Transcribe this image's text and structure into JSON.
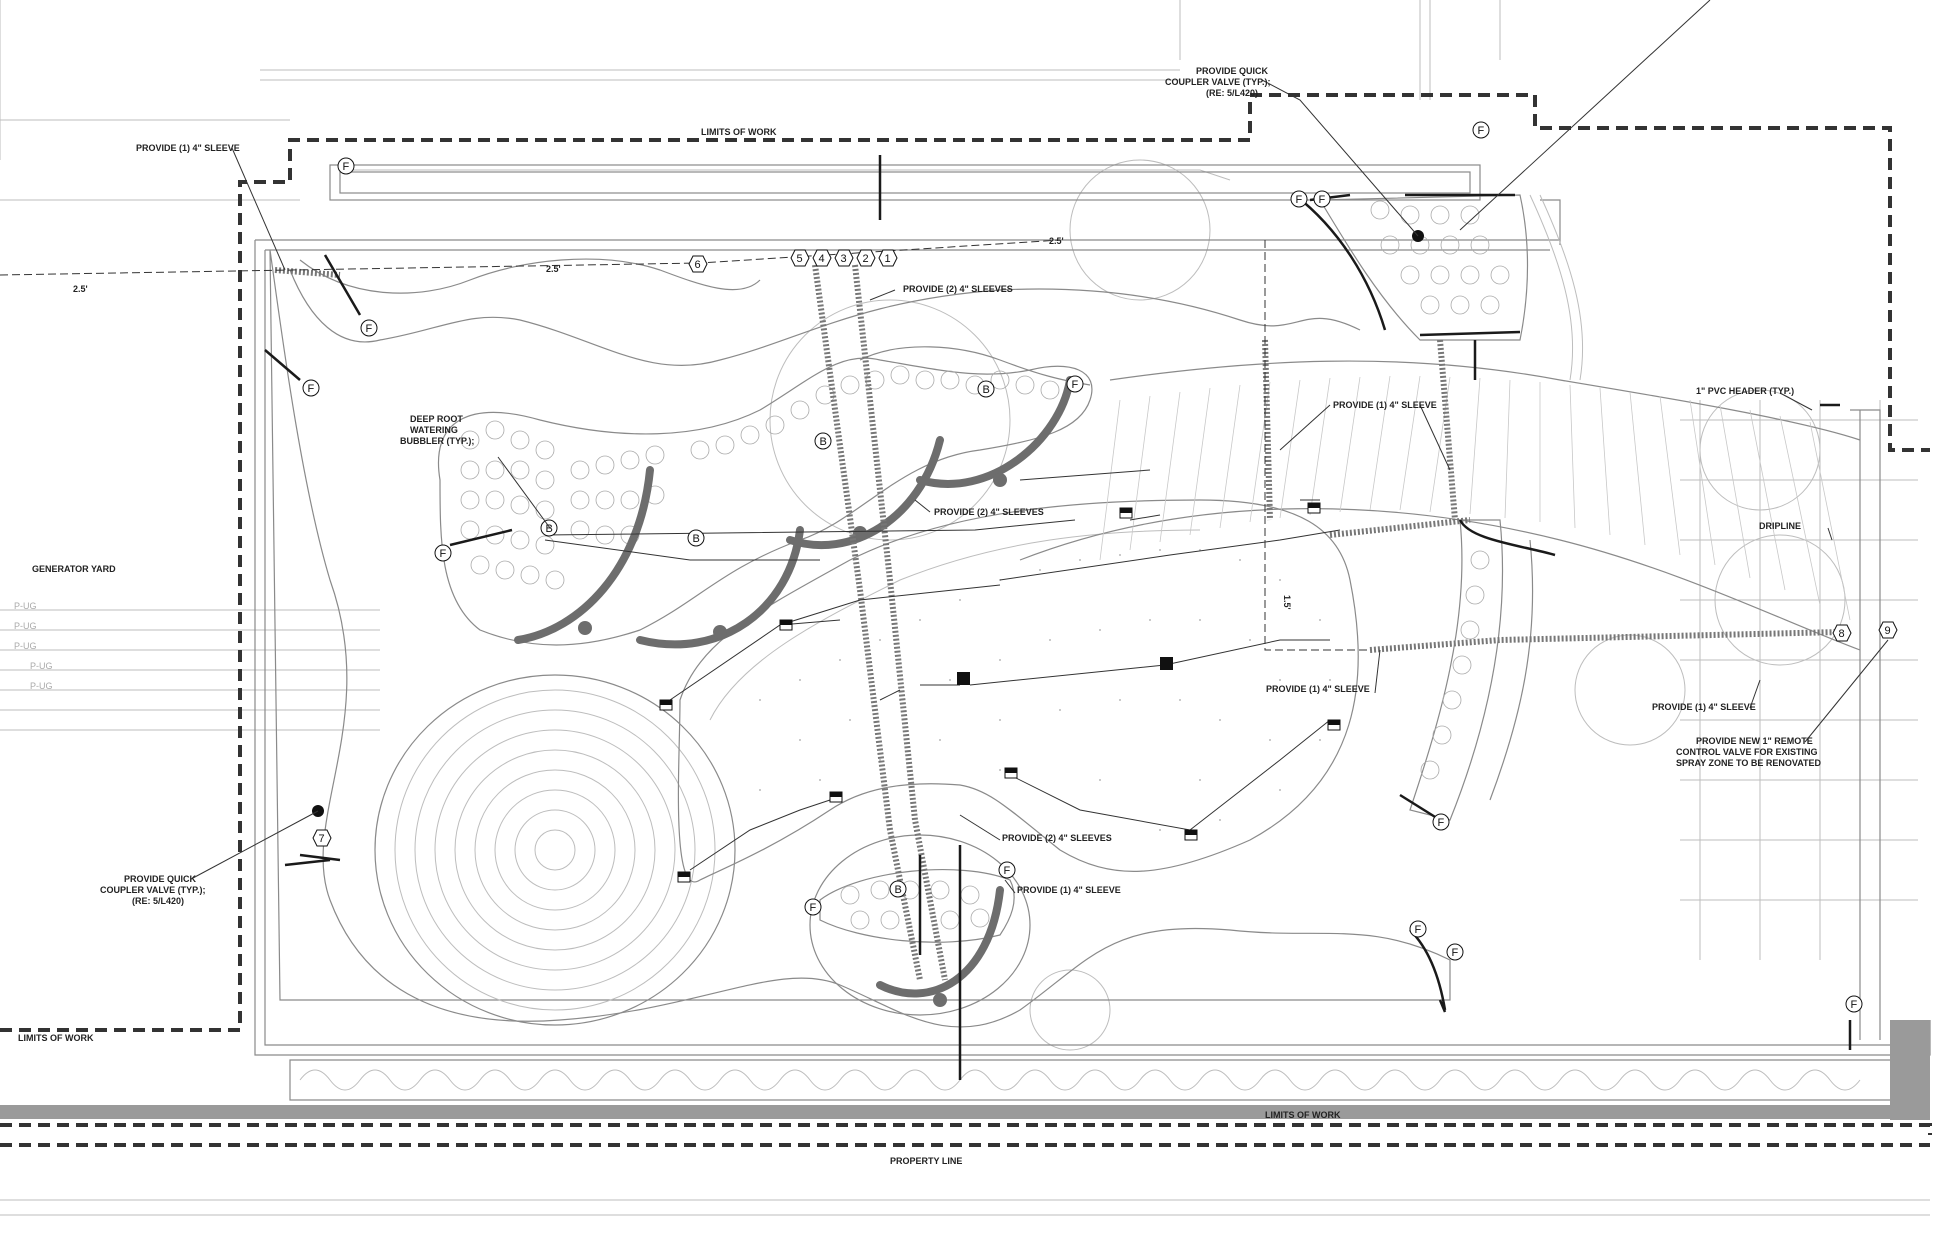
{
  "labels": {
    "limits_of_work_top": "LIMITS OF WORK",
    "limits_of_work_left": "LIMITS OF WORK",
    "limits_of_work_bottom": "LIMITS OF WORK",
    "property_line": "PROPERTY LINE",
    "generator_yard": "GENERATOR YARD",
    "provide_1_sleeve_topleft": "PROVIDE (1) 4\" SLEEVE",
    "quick_coupler_top_1": "PROVIDE QUICK",
    "quick_coupler_top_2": "COUPLER VALVE (TYP.);",
    "quick_coupler_top_3": "(RE: 5/L420)",
    "provide_2_sleeves_top": "PROVIDE (2) 4\" SLEEVES",
    "deep_root_1": "DEEP ROOT",
    "deep_root_2": "WATERING",
    "deep_root_3": "BUBBLER (TYP.);",
    "provide_2_sleeves_mid": "PROVIDE (2) 4\" SLEEVES",
    "provide_1_sleeve_mid": "PROVIDE (1) 4\" SLEEVE",
    "pvc_header": "1\" PVC HEADER (TYP.)",
    "dripline": "DRIPLINE",
    "provide_1_sleeve_center": "PROVIDE (1) 4\" SLEEVE",
    "provide_1_sleeve_right": "PROVIDE (1) 4\" SLEEVE",
    "remote_valve_1": "PROVIDE NEW 1\" REMOTE",
    "remote_valve_2": "CONTROL VALVE FOR EXISTING",
    "remote_valve_3": "SPRAY ZONE TO BE RENOVATED",
    "quick_coupler_bot_1": "PROVIDE QUICK",
    "quick_coupler_bot_2": "COUPLER VALVE (TYP.);",
    "quick_coupler_bot_3": "(RE: 5/L420)",
    "provide_2_sleeves_bot": "PROVIDE (2) 4\" SLEEVES",
    "provide_1_sleeve_bot": "PROVIDE (1) 4\" SLEEVE",
    "dim_25_left": "2.5'",
    "dim_25_mid": "2.5'",
    "dim_25_right": "2.5'",
    "dim_15": "1.5'",
    "utility_pug": "P-UG"
  },
  "markers": {
    "zone_1": "1",
    "zone_2": "2",
    "zone_3": "3",
    "zone_4": "4",
    "zone_5": "5",
    "zone_6": "6",
    "zone_7": "7",
    "zone_8": "8",
    "zone_9": "9",
    "flush": "F",
    "bubbler": "B"
  },
  "colors": {
    "linework": "#1a1a1a",
    "light_linework": "#bdbdbd",
    "arc_gray": "#6d6d6d",
    "background": "#ffffff"
  }
}
